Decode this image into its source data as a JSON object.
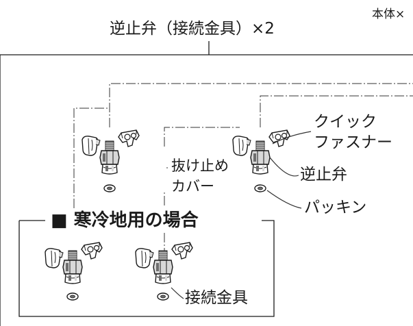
{
  "title_label": "逆止弁（接続金具）×2",
  "corner_label": "本体×",
  "labels": {
    "quick_fastener_line1": "クイック",
    "quick_fastener_line2": "ファスナー",
    "retaining_cover_line1": "抜け止め",
    "retaining_cover_line2": "カバー",
    "check_valve": "逆止弁",
    "packing": "パッキン",
    "fitting": "接続金具"
  },
  "cold_region_box": {
    "marker": "■",
    "title": "寒冷地用の場合"
  },
  "colors": {
    "line": "#1a1a1a",
    "leader": "#333333",
    "fill_light": "#ffffff",
    "fill_mid": "#d8d8d8",
    "fill_dark": "#6e6e6e"
  }
}
